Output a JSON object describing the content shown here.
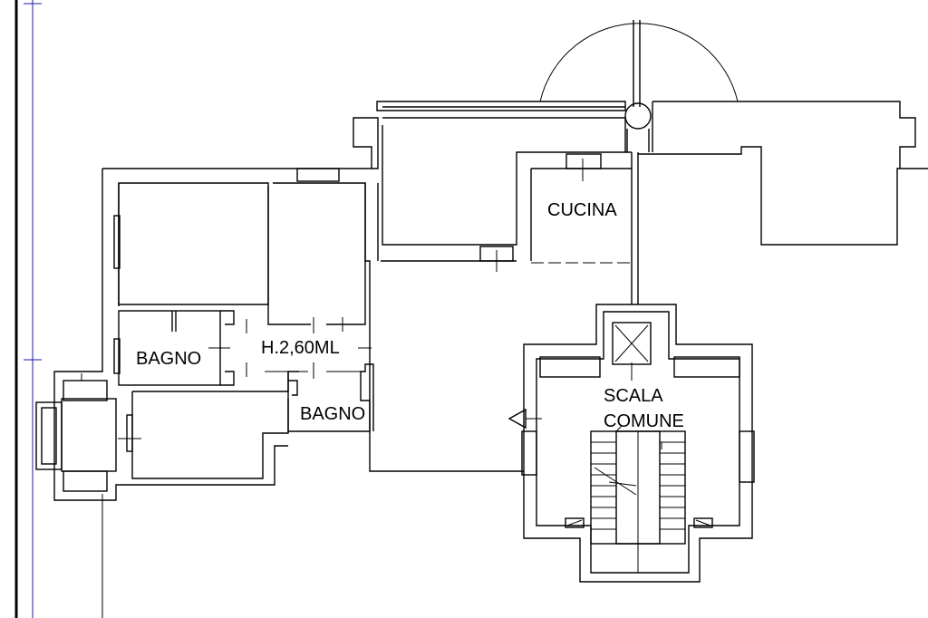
{
  "rooms": {
    "cucina": "CUCINA",
    "bagno_left": "BAGNO",
    "height_note": "H.2,60ML",
    "bagno_center": "BAGNO",
    "scala_line1": "SCALA",
    "scala_line2": "COMUNE"
  },
  "colors": {
    "background": "#ffffff",
    "wall": "#000000",
    "frame_line": "#1a1ab0"
  }
}
